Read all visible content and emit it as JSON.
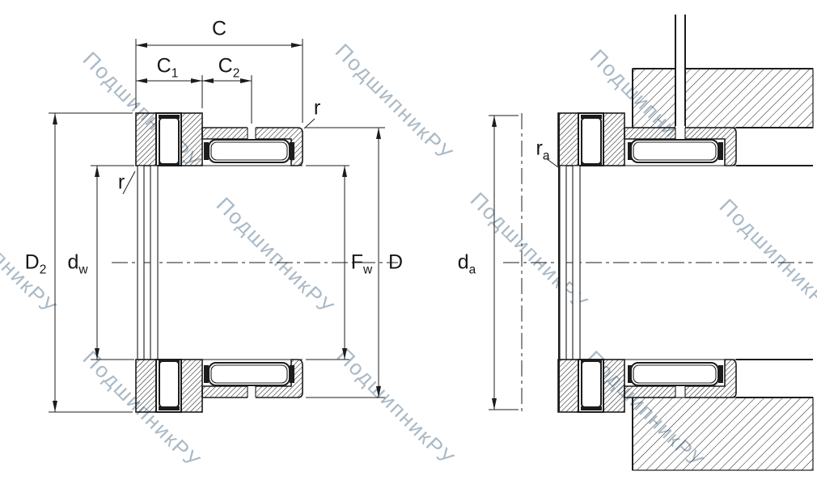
{
  "watermark": {
    "text": "ПодшипникРУ"
  },
  "dimension_labels": {
    "c": {
      "main": "C",
      "sub": ""
    },
    "c1": {
      "main": "C",
      "sub": "1"
    },
    "c2": {
      "main": "C",
      "sub": "2"
    },
    "r_outer": {
      "main": "r",
      "sub": ""
    },
    "r_inner": {
      "main": "r",
      "sub": ""
    },
    "d2": {
      "main": "D",
      "sub": "2"
    },
    "dw": {
      "main": "d",
      "sub": "w"
    },
    "fw": {
      "main": "F",
      "sub": "w"
    },
    "d": {
      "main": "D",
      "sub": ""
    },
    "ra": {
      "main": "r",
      "sub": "a"
    },
    "da": {
      "main": "d",
      "sub": "a"
    }
  },
  "colors": {
    "line": "#1c1c1c",
    "watermark": "#aab9c6",
    "background": "#ffffff"
  }
}
